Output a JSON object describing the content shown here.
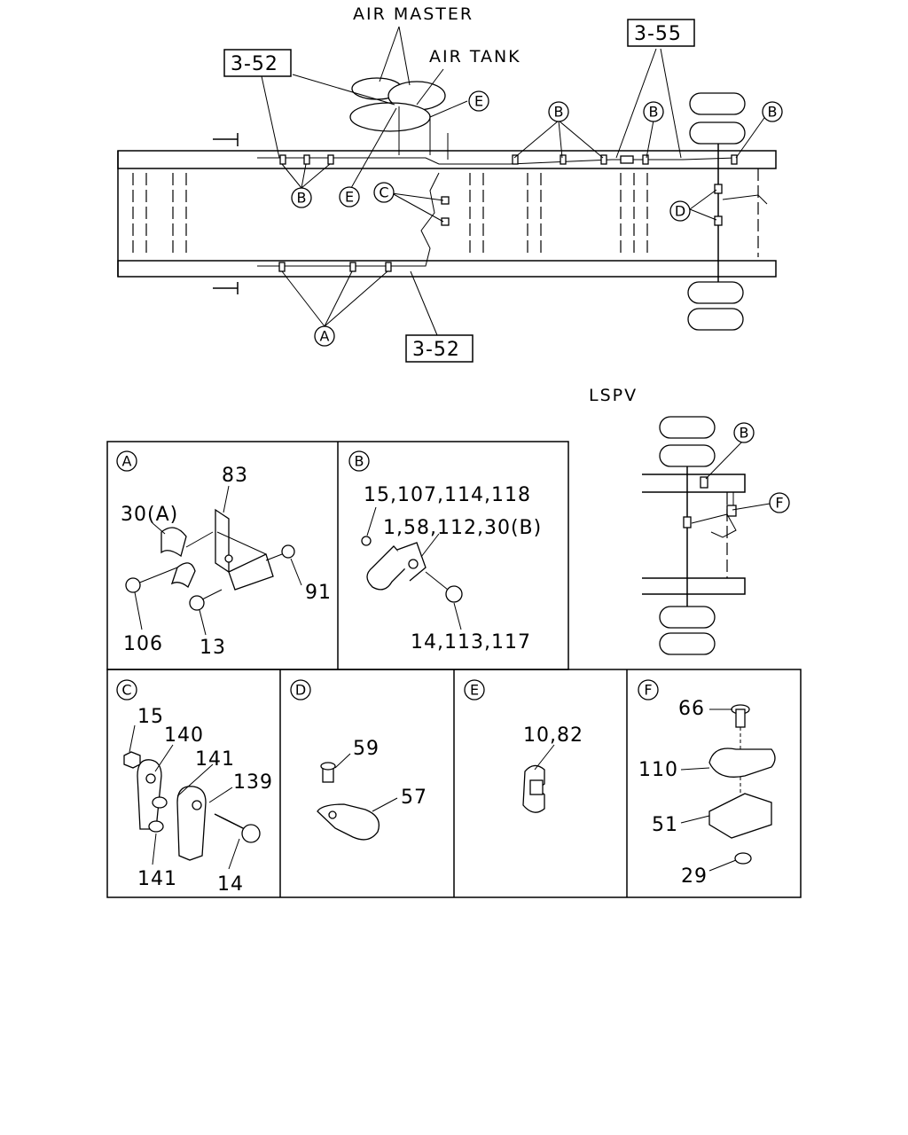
{
  "labels": {
    "air_master": "AIR MASTER",
    "air_tank": "AIR TANK",
    "lspv": "LSPV",
    "ref_3_52_top": "3-52",
    "ref_3_52_bottom": "3-52",
    "ref_3_55": "3-55"
  },
  "callouts": {
    "A": "A",
    "B": "B",
    "C": "C",
    "D": "D",
    "E": "E",
    "F": "F"
  },
  "panels": {
    "A": {
      "key": "A",
      "parts": [
        "83",
        "30(A)",
        "91",
        "106",
        "13"
      ]
    },
    "B": {
      "key": "B",
      "parts": [
        "15,107,114,118",
        "1,58,112,30(B)",
        "14,113,117"
      ]
    },
    "C": {
      "key": "C",
      "parts": [
        "15",
        "140",
        "141",
        "139",
        "141",
        "14"
      ]
    },
    "D": {
      "key": "D",
      "parts": [
        "59",
        "57"
      ]
    },
    "E": {
      "key": "E",
      "parts": [
        "10,82"
      ]
    },
    "F": {
      "key": "F",
      "parts": [
        "66",
        "110",
        "51",
        "29"
      ]
    }
  }
}
